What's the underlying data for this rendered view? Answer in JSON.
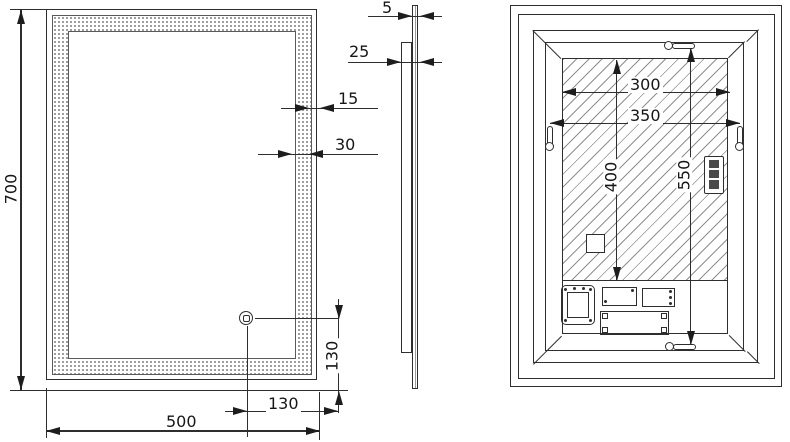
{
  "drawing": {
    "title": "led-mirror-technical-drawing",
    "front_view": {
      "height": "700",
      "width": "500",
      "led_gap_to_edge": "15",
      "led_band_width": "30",
      "sensor_offset_bottom": "130",
      "sensor_offset_right": "130"
    },
    "side_view": {
      "glass_thickness": "5",
      "depth": "25"
    },
    "back_view": {
      "back_panel_width": "300",
      "hanger_spacing_horizontal": "350",
      "back_panel_height": "400",
      "hanger_spacing_vertical": "550"
    },
    "colors": {
      "line": "#2e2e2e",
      "hatch": "#8f8f8f",
      "background": "#ffffff"
    }
  }
}
